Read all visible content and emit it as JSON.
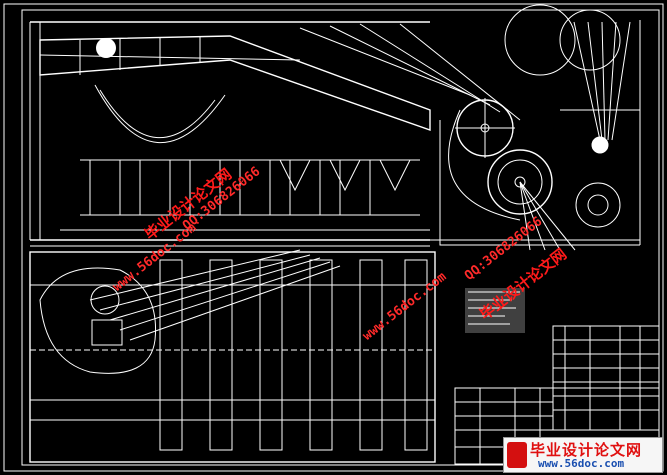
{
  "watermark": {
    "site_cn": "毕业设计论文网",
    "site_url": "www.56doc.com",
    "qq": "QQ:306826066"
  },
  "footer_logo": {
    "title": "毕业设计论文网",
    "url": "www.56doc.com"
  },
  "colors": {
    "background": "#000000",
    "line": "#ffffff",
    "watermark": "#ff1a1a"
  }
}
